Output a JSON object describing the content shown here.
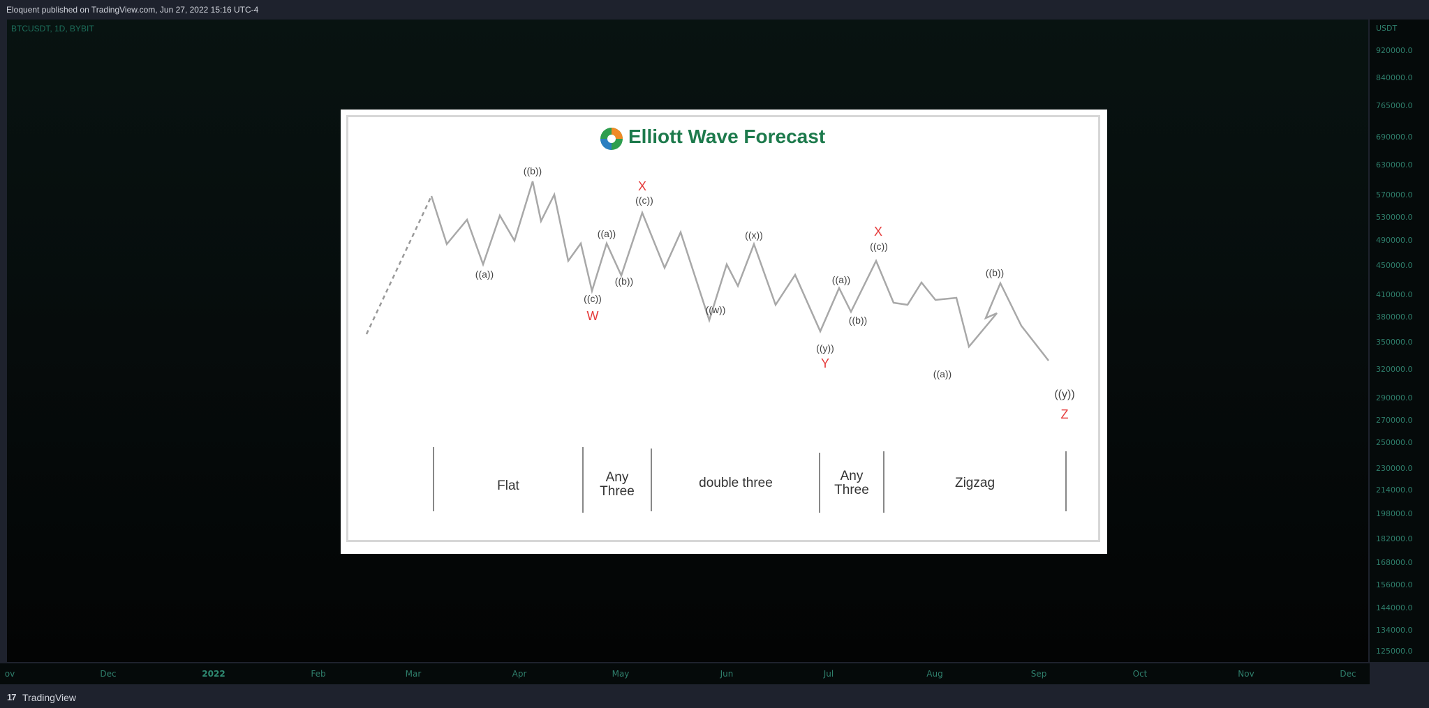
{
  "header": {
    "title": "Eloquent published on TradingView.com, Jun 27, 2022 15:16 UTC-4"
  },
  "chart": {
    "symbol": "BTCUSDT, 1D, BYBIT",
    "currency": "USDT",
    "price_ticks": [
      "920000.0",
      "840000.0",
      "765000.0",
      "690000.0",
      "630000.0",
      "570000.0",
      "530000.0",
      "490000.0",
      "450000.0",
      "410000.0",
      "380000.0",
      "350000.0",
      "320000.0",
      "290000.0",
      "270000.0",
      "250000.0",
      "230000.0",
      "214000.0",
      "198000.0",
      "182000.0",
      "168000.0",
      "156000.0",
      "144000.0",
      "134000.0",
      "125000.0"
    ],
    "time_ticks": [
      "ov",
      "Dec",
      "2022",
      "Feb",
      "Mar",
      "Apr",
      "May",
      "Jun",
      "Jul",
      "Aug",
      "Sep",
      "Oct",
      "Nov",
      "Dec"
    ]
  },
  "image": {
    "logo_text": "Elliott Wave Forecast",
    "wave_labels": [
      "((b))",
      "X",
      "((c))",
      "((a))",
      "((a))",
      "((b))",
      "((c))",
      "W",
      "((x))",
      "((w))",
      "X",
      "((c))",
      "((a))",
      "((b))",
      "((y))",
      "Y",
      "((b))",
      "((a))",
      "((y))",
      "Z"
    ],
    "segments": [
      "Flat",
      "Any\nThree",
      "double three",
      "Any\nThree",
      "Zigzag"
    ]
  },
  "footer": {
    "brand": "TradingView",
    "logo": "17"
  }
}
